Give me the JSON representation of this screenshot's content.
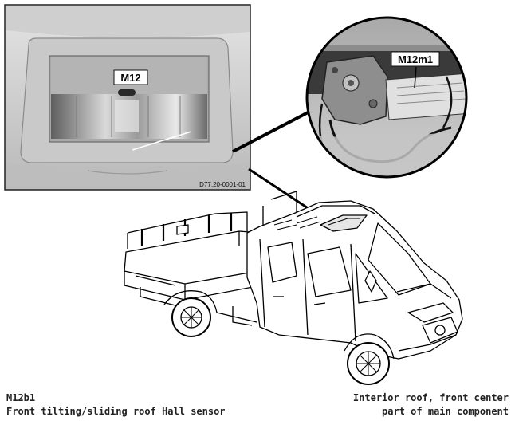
{
  "photo_inset": {
    "component_label": "M12",
    "reference_code": "D77.20-0001-01"
  },
  "detail_inset": {
    "component_label": "M12m1"
  },
  "caption": {
    "left_line1": "M12b1",
    "left_line2": "Front tilting/sliding roof Hall sensor",
    "right_line1": "Interior roof, front center",
    "right_line2": "part of main component"
  }
}
